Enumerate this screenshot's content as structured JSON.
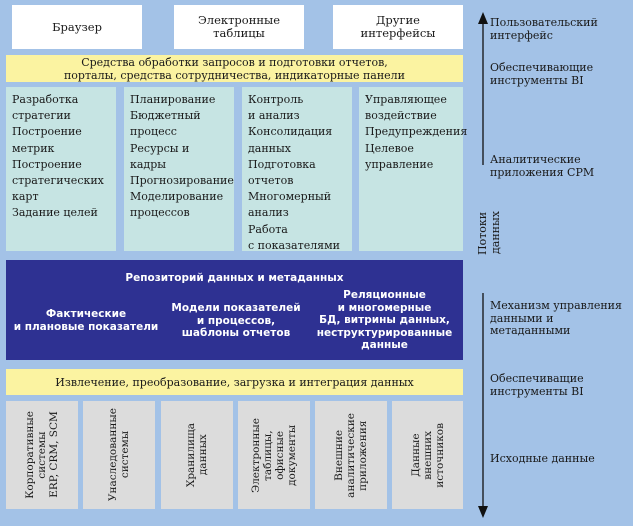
{
  "top_row": [
    "Браузер",
    "Электронные\nтаблицы",
    "Другие\nинтерфейсы"
  ],
  "tools_bar": "Средства обработки запросов и подготовки отчетов,\nпорталы, средства сотрудничества, индикаторные панели",
  "modules": [
    "Разработка\nстратегии\nПостроение\nметрик\nПостроение\nстратегических\nкарт\nЗадание целей",
    "Планирование\nБюджетный\nпроцесс\nРесурсы и кадры\nПрогнозирование\nМоделирование\nпроцессов",
    "Контроль\nи анализ\nКонсолидация\nданных\nПодготовка\nотчетов\nМногомерный\nанализ\nРабота\nс показателями",
    "Управляющее\nвоздействие\nПредупреждения\nЦелевое\nуправление"
  ],
  "repository": {
    "title": "Репозиторий данных и метаданных",
    "items": [
      "Фактические\nи плановые показатели",
      "Модели показателей\nи процессов,\nшаблоны отчетов",
      "Реляционные\nи многомерные\nБД, витрины данных,\nнеструктурированные\nданные"
    ]
  },
  "etl_bar": "Извлечение, преобразование, загрузка и интеграция данных",
  "sources": [
    "Корпоративные\nсистемы\nERP, CRM, SCM",
    "Унаследованные\nсистемы",
    "Хранилища\nданных",
    "Электронные\nтаблицы,\nофисные\nдокументы",
    "Внешние\nаналитические\nприложения",
    "Данные\nвнешних\nисточников"
  ],
  "side": {
    "flow_label": "Потоки данных",
    "labels": [
      "Пользовательский\nинтерфейс",
      "Обеспечивающие\nинструменты BI",
      "Аналитические\nприложения CPM",
      "Механизм управления\nданными и метаданными",
      "Обеспечиващие\nинструменты BI",
      "Исходные данные"
    ]
  },
  "colors": {
    "background": "#a3c2e7",
    "yellow": "#fbf3a1",
    "teal": "#c6e4e3",
    "dark": "#2e3192",
    "gray": "#dcdcdc"
  }
}
